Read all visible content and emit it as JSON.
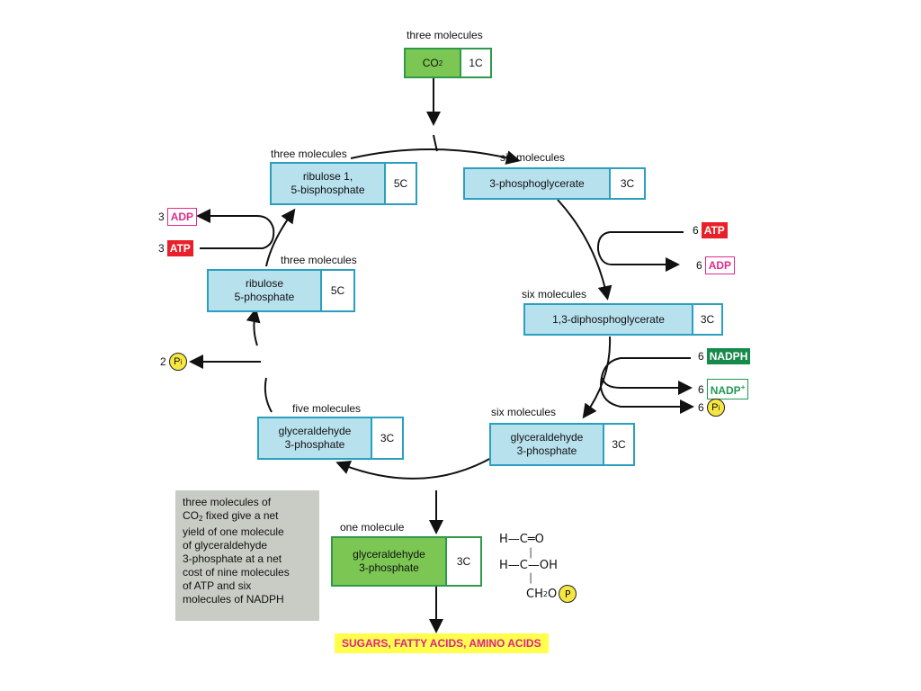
{
  "top": {
    "label": "three molecules",
    "co2": "CO",
    "co2_sub": "2",
    "carbons": "1C"
  },
  "rubp": {
    "label": "three molecules",
    "name_line1": "ribulose 1,",
    "name_line2": "5-bisphosphate",
    "carbons": "5C"
  },
  "pga": {
    "label": "six molecules",
    "name": "3-phosphoglycerate",
    "carbons": "3C"
  },
  "dpg": {
    "label": "six molecules",
    "name": "1,3-diphosphoglycerate",
    "carbons": "3C"
  },
  "g3p_six": {
    "label": "six molecules",
    "name_line1": "glyceraldehyde",
    "name_line2": "3-phosphate",
    "carbons": "3C"
  },
  "g3p_five": {
    "label": "five molecules",
    "name_line1": "glyceraldehyde",
    "name_line2": "3-phosphate",
    "carbons": "3C"
  },
  "ru5p": {
    "label": "three molecules",
    "name_line1": "ribulose",
    "name_line2": "5-phosphate",
    "carbons": "5C"
  },
  "g3p_one": {
    "label": "one molecule",
    "name_line1": "glyceraldehyde",
    "name_line2": "3-phosphate",
    "carbons": "3C"
  },
  "inputs": {
    "adp_left": {
      "count": "3",
      "name": "ADP"
    },
    "atp_left": {
      "count": "3",
      "name": "ATP"
    },
    "pi_left": {
      "count": "2",
      "symbol": "P",
      "sub": "i"
    },
    "atp_right": {
      "count": "6",
      "name": "ATP"
    },
    "adp_right": {
      "count": "6",
      "name": "ADP"
    },
    "nadph": {
      "count": "6",
      "name": "NADPH"
    },
    "nadp": {
      "count": "6",
      "name": "NADP",
      "sup": "+"
    },
    "pi_right": {
      "count": "6",
      "symbol": "P",
      "sub": "i"
    }
  },
  "note": {
    "line1": "three molecules of",
    "line2_a": "CO",
    "line2_sub": "2",
    "line2_b": " fixed give a net",
    "line3": "yield of one molecule",
    "line4": "of glyceraldehyde",
    "line5": "3-phosphate at a net",
    "line6": "cost of nine molecules",
    "line7": "of ATP and six",
    "line8": "molecules of NADPH"
  },
  "products": "SUGARS, FATTY ACIDS, AMINO ACIDS",
  "structure": {
    "row1": "H—C═O",
    "row2": "H—C—OH",
    "ch2o": "CH",
    "ch2o_sub": "2",
    "ch2o_b": "O",
    "phosphate": "P"
  },
  "colors": {
    "box_fill": "#b8e1ee",
    "box_border": "#2a9fbf",
    "green_fill": "#7cc753",
    "atp": "#e8202a",
    "adp": "#e32a8f",
    "nadph": "#168a4a"
  }
}
